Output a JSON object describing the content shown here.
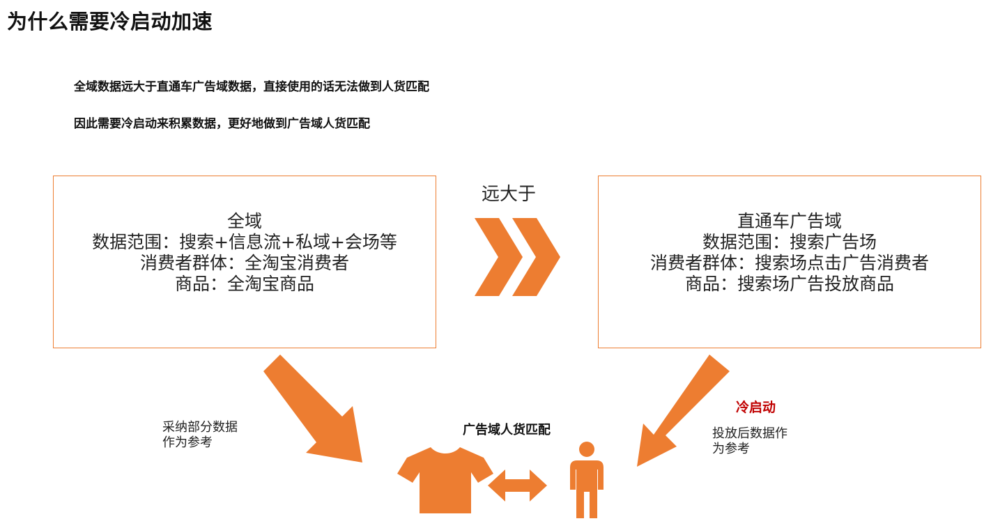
{
  "title": "为什么需要冷启动加速",
  "subtitles": [
    "全域数据远大于直通车广告域数据，直接使用的话无法做到人货匹配",
    "因此需要冷启动来积累数据，更好地做到广告域人货匹配"
  ],
  "left_box": {
    "lines": [
      "全域",
      "数据范围：搜索+信息流+私域+会场等",
      "消费者群体：全淘宝消费者",
      "商品：全淘宝商品"
    ]
  },
  "right_box": {
    "lines": [
      "直通车广告域",
      "数据范围：搜索广告场",
      "消费者群体：搜索场点击广告消费者",
      "商品：搜索场广告投放商品"
    ]
  },
  "relation_label": "远大于",
  "left_note": [
    "采纳部分数据",
    "作为参考"
  ],
  "center_label": "广告域人货匹配",
  "cold_start_label": "冷启动",
  "right_note": [
    "投放后数据作",
    "为参考"
  ],
  "colors": {
    "accent": "#ED7D31",
    "cold_start": "#C00000"
  },
  "icons": [
    "double-chevron-right-icon",
    "tshirt-icon",
    "double-arrow-icon",
    "person-icon"
  ]
}
